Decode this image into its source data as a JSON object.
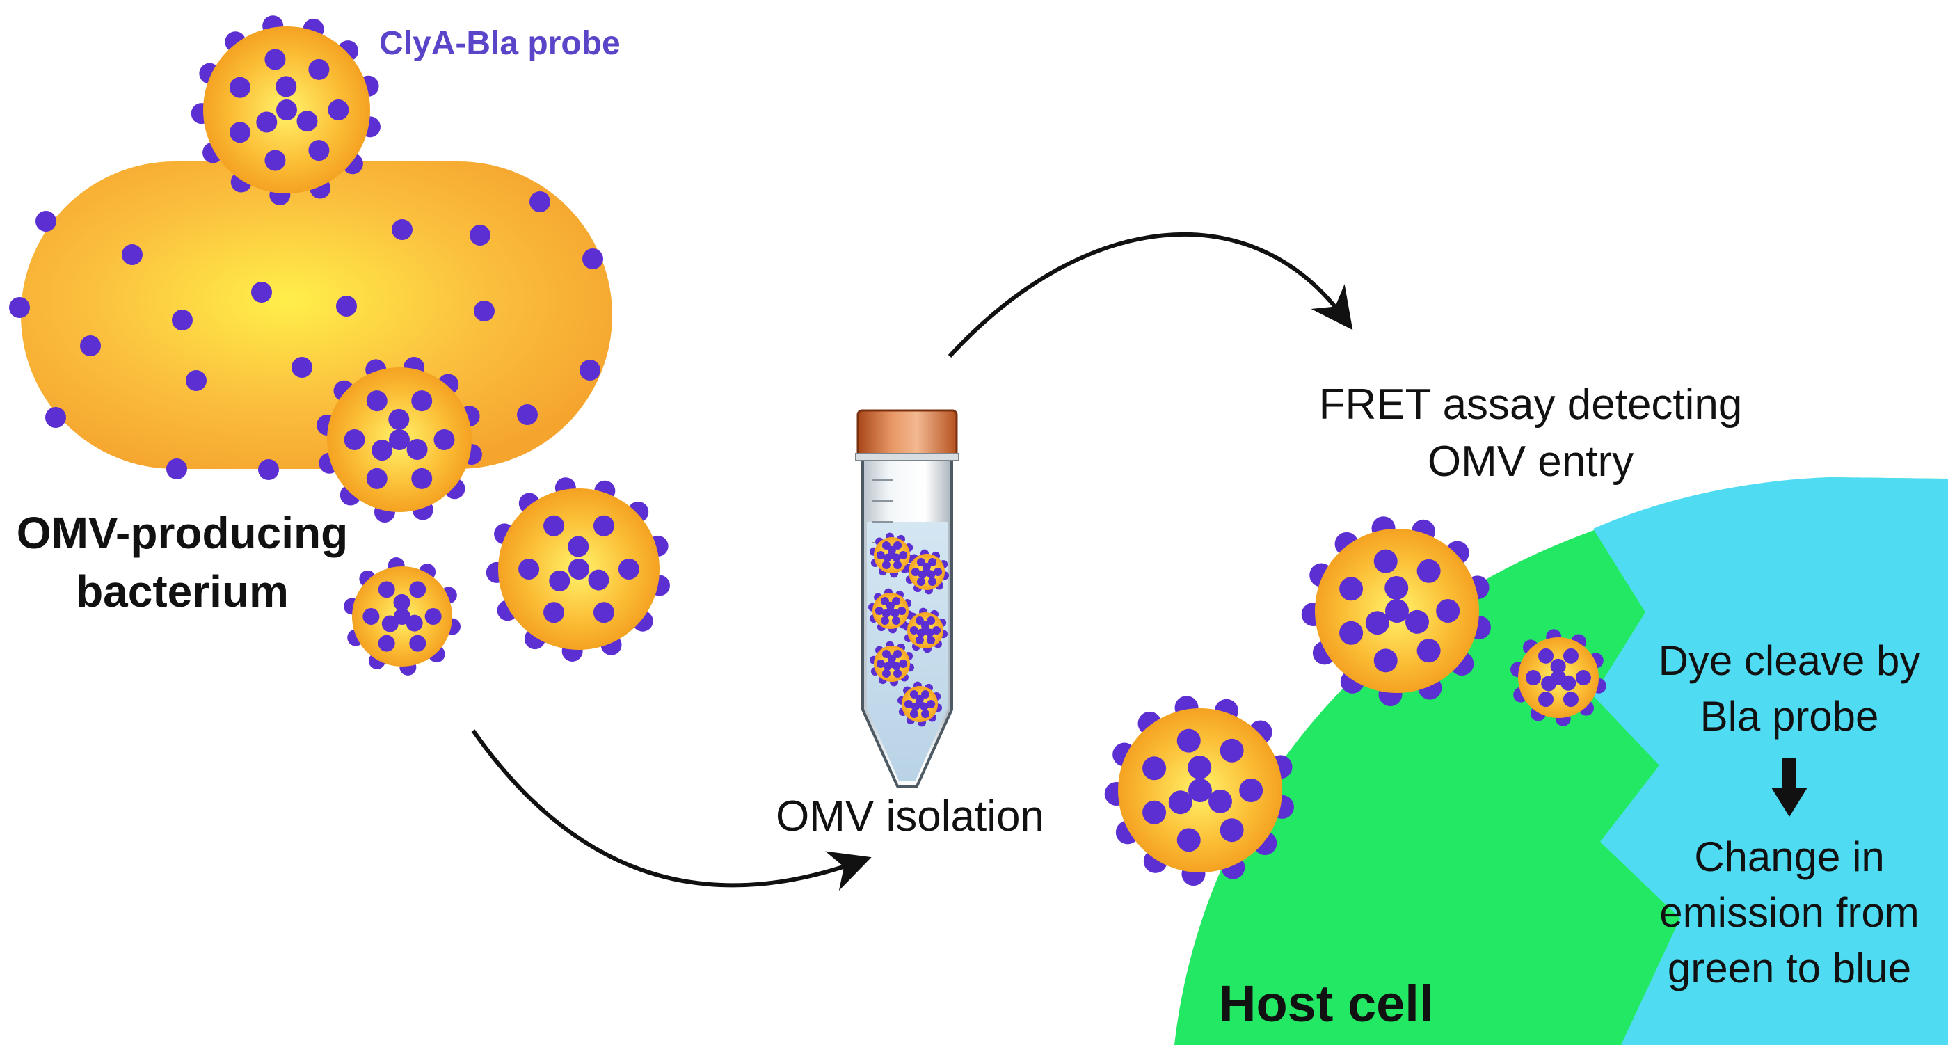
{
  "labels": {
    "probe": "ClyA-Bla probe",
    "bacterium_line1": "OMV-producing",
    "bacterium_line2": "bacterium",
    "isolation": "OMV isolation",
    "fret_line1": "FRET assay detecting",
    "fret_line2": "OMV entry",
    "host_cell": "Host cell",
    "cleave_line1": "Dye cleave by",
    "cleave_line2": "Bla probe",
    "change_line1": "Change in",
    "change_line2": "emission from",
    "change_line3": "green to blue"
  },
  "colors": {
    "vesicle_core": "#ffe24a",
    "vesicle_edge": "#f5a623",
    "probe_dot": "#5b2fd1",
    "probe_label": "#5a45c9",
    "host_cell": "#22e864",
    "cytoplasm_blue": "#4fdcf2",
    "tube_cap": "#c8642a",
    "text": "#111111"
  }
}
